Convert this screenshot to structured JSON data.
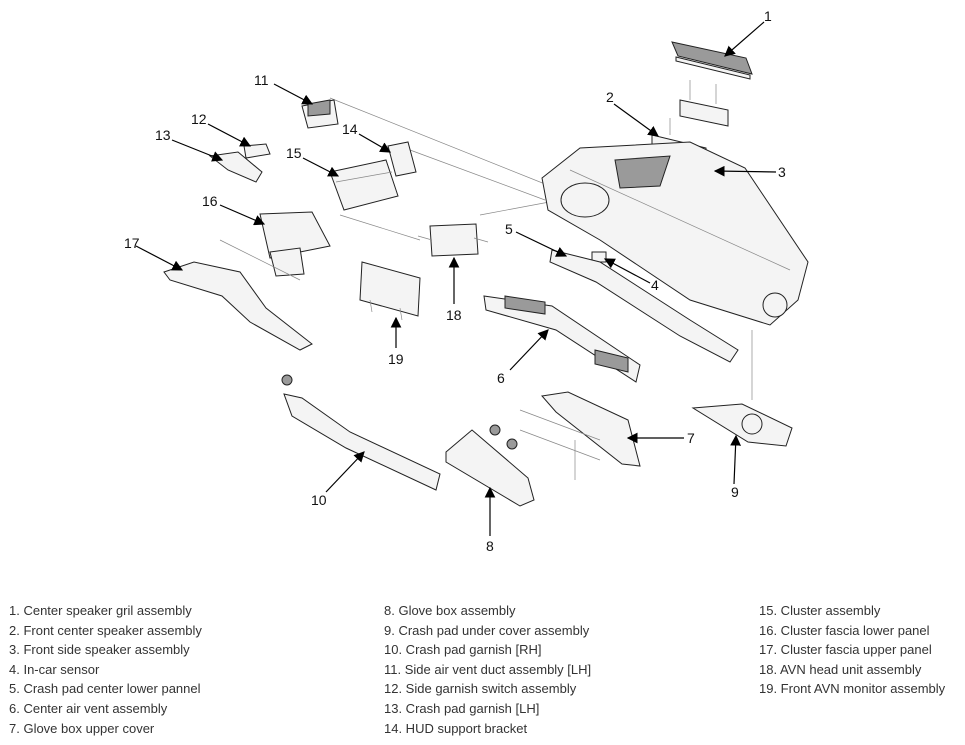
{
  "callouts": [
    "1",
    "2",
    "3",
    "4",
    "5",
    "6",
    "7",
    "8",
    "9",
    "10",
    "11",
    "12",
    "13",
    "14",
    "15",
    "16",
    "17",
    "18",
    "19"
  ],
  "legend": {
    "col1": [
      "1. Center speaker gril assembly",
      "2. Front center speaker assembly",
      "3. Front side speaker assembly",
      "4. In-car sensor",
      "5. Crash pad center lower pannel",
      "6. Center air vent assembly",
      "7. Glove box upper cover"
    ],
    "col2": [
      "8. Glove box assembly",
      "9. Crash pad under cover assembly",
      "10. Crash pad garnish [RH]",
      "11. Side air vent duct assembly [LH]",
      "12. Side garnish switch assembly",
      "13. Crash pad garnish [LH]",
      "14. HUD support bracket"
    ],
    "col3": [
      "15. Cluster assembly",
      "16. Cluster fascia lower panel",
      "17. Cluster fascia upper panel",
      "18. AVN head unit assembly",
      "19. Front AVN monitor assembly"
    ]
  }
}
